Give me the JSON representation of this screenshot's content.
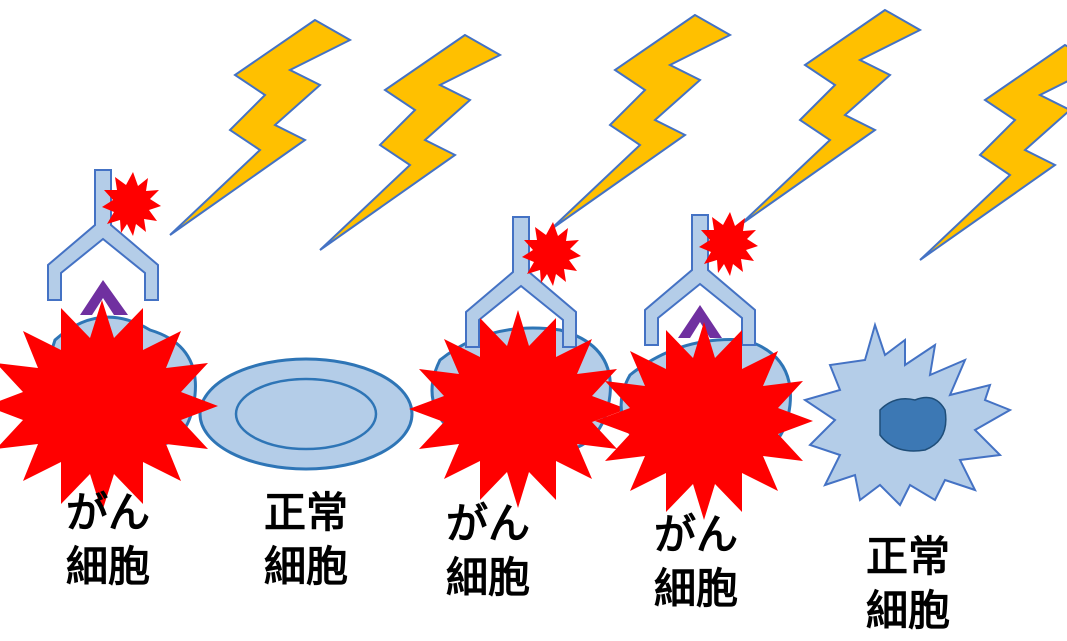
{
  "colors": {
    "lightning_fill": "#ffc000",
    "lightning_stroke": "#4472c4",
    "antibody_fill": "#b4cde8",
    "antibody_stroke": "#4472c4",
    "antigen_fill": "#7030a0",
    "burst_fill": "#ff0000",
    "cell_fill": "#b4cde8",
    "cell_stroke": "#2e75b6",
    "nucleus_fill": "#3c78b4",
    "label_color": "#000000"
  },
  "icons": [
    "lightning-bolt-icon",
    "antibody-icon",
    "radioisotope-burst-icon",
    "cancer-cell-burst-icon",
    "normal-cell-icon",
    "immune-cell-icon"
  ],
  "labels": [
    {
      "line1": "がん",
      "line2": "細胞"
    },
    {
      "line1": "正常",
      "line2": "細胞"
    },
    {
      "line1": "がん",
      "line2": "細胞"
    },
    {
      "line1": "がん",
      "line2": "細胞"
    },
    {
      "line1": "正常",
      "line2": "細胞"
    }
  ]
}
